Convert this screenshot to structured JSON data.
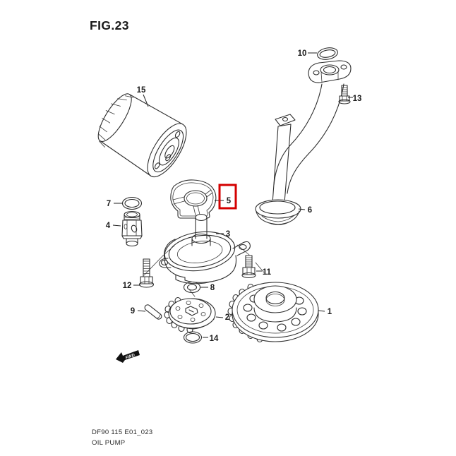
{
  "page": {
    "figure_title": "FIG.23",
    "footer_code": "DF90 115 E01_023",
    "footer_name": "OIL PUMP",
    "fwd_label": "FWD"
  },
  "highlight": {
    "highlighted_part": "5",
    "box_color": "#d40000"
  },
  "parts": [
    "1",
    "2",
    "3",
    "4",
    "5",
    "6",
    "7",
    "8",
    "9",
    "10",
    "11",
    "12",
    "13",
    "14",
    "15"
  ]
}
